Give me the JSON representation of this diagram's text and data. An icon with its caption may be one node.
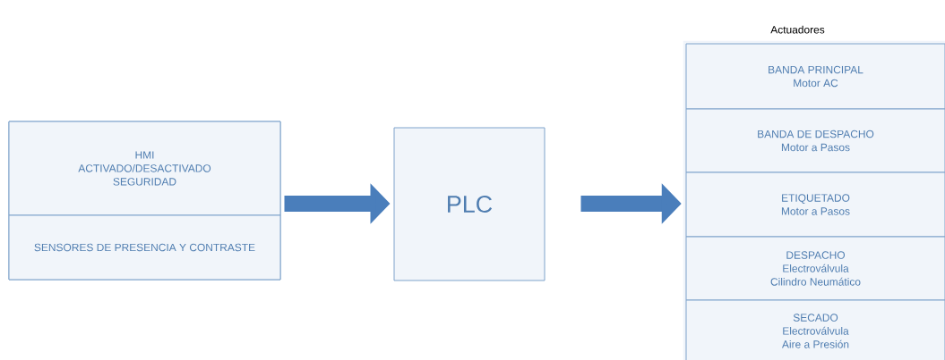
{
  "diagram": {
    "nodes": [
      {
        "text": [],
        "shape": "box"
      },
      {
        "text": [
          "HMI",
          "ACTIVADO/DESACTIVADO",
          "SEGURIDAD"
        ],
        "in": 0
      },
      {
        "text": [
          "SENSORES DE PRESENCIA Y CONTRASTE"
        ],
        "in": 0
      },
      {
        "text": [
          "PLC"
        ]
      },
      {
        "text": [
          "Actuadores"
        ]
      },
      {
        "text": [
          "BANDA PRINCIPAL",
          "Motor AC"
        ],
        "in": 4
      },
      {
        "text": [
          "BANDA DE DESPACHO",
          "Motor a Pasos"
        ],
        "in": 4
      },
      {
        "text": [
          "ETIQUETADO",
          "Motor a Pasos"
        ],
        "in": 4
      },
      {
        "text": [
          "DESPACHO",
          "Electroválvula",
          "Cilindro Neumático"
        ],
        "in": 4
      },
      {
        "text": [
          "SECADO",
          "Electroválvula",
          "Aire a Presión"
        ],
        "in": 4
      }
    ],
    "edges": [
      {
        "from": 0,
        "to": 3,
        "arrow": "to"
      },
      {
        "from": 3,
        "to": 4,
        "arrow": "to"
      }
    ]
  }
}
